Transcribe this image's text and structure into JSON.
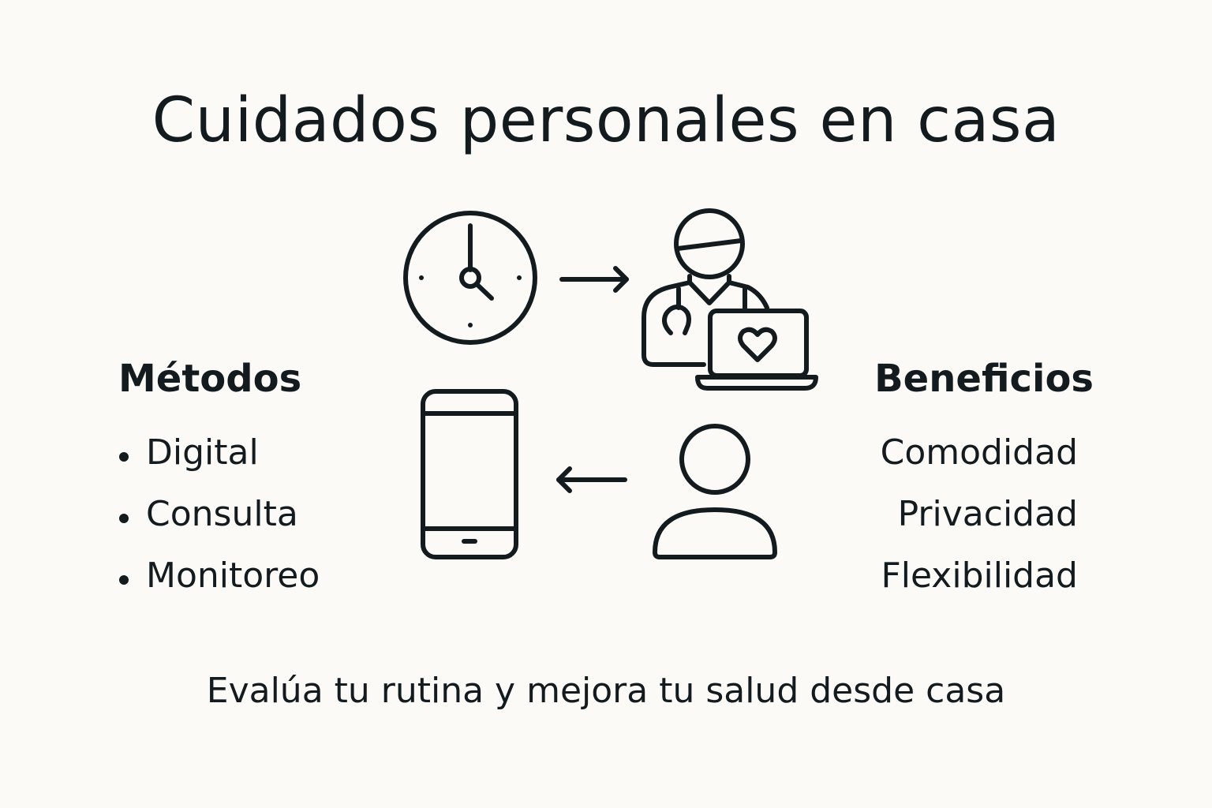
{
  "title": "Cuidados personales en casa",
  "colors": {
    "background": "#fbfaf7",
    "ink": "#141b1f"
  },
  "icons": [
    {
      "name": "clock-icon"
    },
    {
      "name": "arrow-right-icon"
    },
    {
      "name": "doctor-with-laptop-icon"
    },
    {
      "name": "smartphone-icon"
    },
    {
      "name": "arrow-left-icon"
    },
    {
      "name": "user-icon"
    }
  ],
  "methods": {
    "heading": "Métodos",
    "items": [
      "Digital",
      "Consulta",
      "Monitoreo"
    ]
  },
  "benefits": {
    "heading": "Beneficios",
    "items": [
      "Comodidad",
      "Privacidad",
      "Flexibilidad"
    ]
  },
  "footer": "Evalúa tu rutina y mejora tu salud desde casa"
}
